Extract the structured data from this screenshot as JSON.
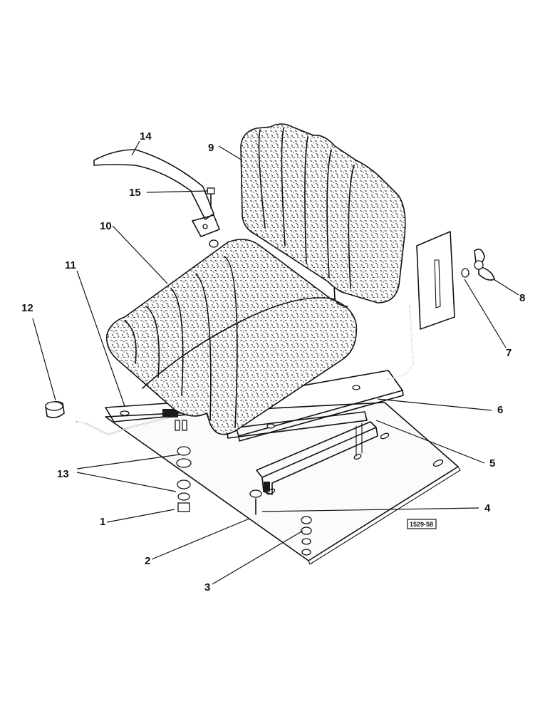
{
  "diagram": {
    "reference_code": "1529-58",
    "callouts": [
      {
        "id": "c1",
        "label": "1"
      },
      {
        "id": "c2",
        "label": "2"
      },
      {
        "id": "c3",
        "label": "3"
      },
      {
        "id": "c4",
        "label": "4"
      },
      {
        "id": "c5",
        "label": "5"
      },
      {
        "id": "c6",
        "label": "6"
      },
      {
        "id": "c7",
        "label": "7"
      },
      {
        "id": "c8",
        "label": "8"
      },
      {
        "id": "c9",
        "label": "9"
      },
      {
        "id": "c10",
        "label": "10"
      },
      {
        "id": "c11",
        "label": "11"
      },
      {
        "id": "c12",
        "label": "12"
      },
      {
        "id": "c13",
        "label": "13"
      },
      {
        "id": "c14",
        "label": "14"
      },
      {
        "id": "c15",
        "label": "15"
      }
    ]
  }
}
